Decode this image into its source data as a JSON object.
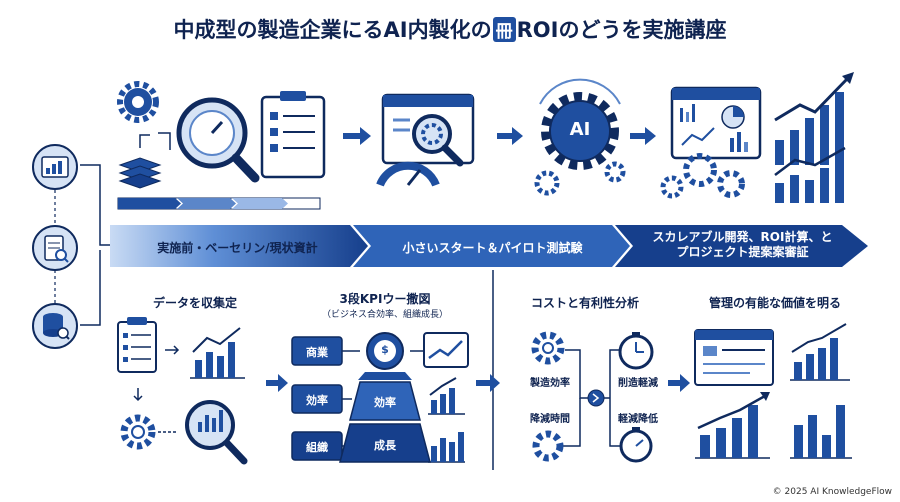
{
  "header": {
    "title_prefix": "中成型の製造企業にるAI内製化の",
    "title_mark": "冊",
    "title_suffix": "ROIのどうを実施講座"
  },
  "stages": [
    {
      "label": "実施前・ベーセリン/現状資計"
    },
    {
      "label": "小さいスタート＆パイロト測試験"
    },
    {
      "label_line1": "スカレアブル開発、ROI計算、と",
      "label_line2": "プロジェクト提案案審証"
    }
  ],
  "center_badge": "AI",
  "bottom": {
    "collect": {
      "title": "データを収集定"
    },
    "kpi": {
      "title": "3段KPIウー撒図",
      "subtitle": "（ビジネス合効率、組織成長）",
      "levels": [
        {
          "left": "商業",
          "right": "$"
        },
        {
          "left": "効率",
          "right": "効率"
        },
        {
          "left": "組織",
          "right": "成長"
        }
      ]
    },
    "cost": {
      "title": "コストと有利性分析",
      "items": [
        "製造効率",
        "削造軽減",
        "降減時間",
        "軽減降低"
      ]
    },
    "value": {
      "title": "管理の有能な価値を明る"
    }
  },
  "footer": {
    "copyright": "© 2025 AI KnowledgeFlow"
  },
  "colors": {
    "navy": "#0f2a5e",
    "blue": "#1f4fa0",
    "light": "#d6e3f5",
    "mid": "#5b86c9"
  }
}
